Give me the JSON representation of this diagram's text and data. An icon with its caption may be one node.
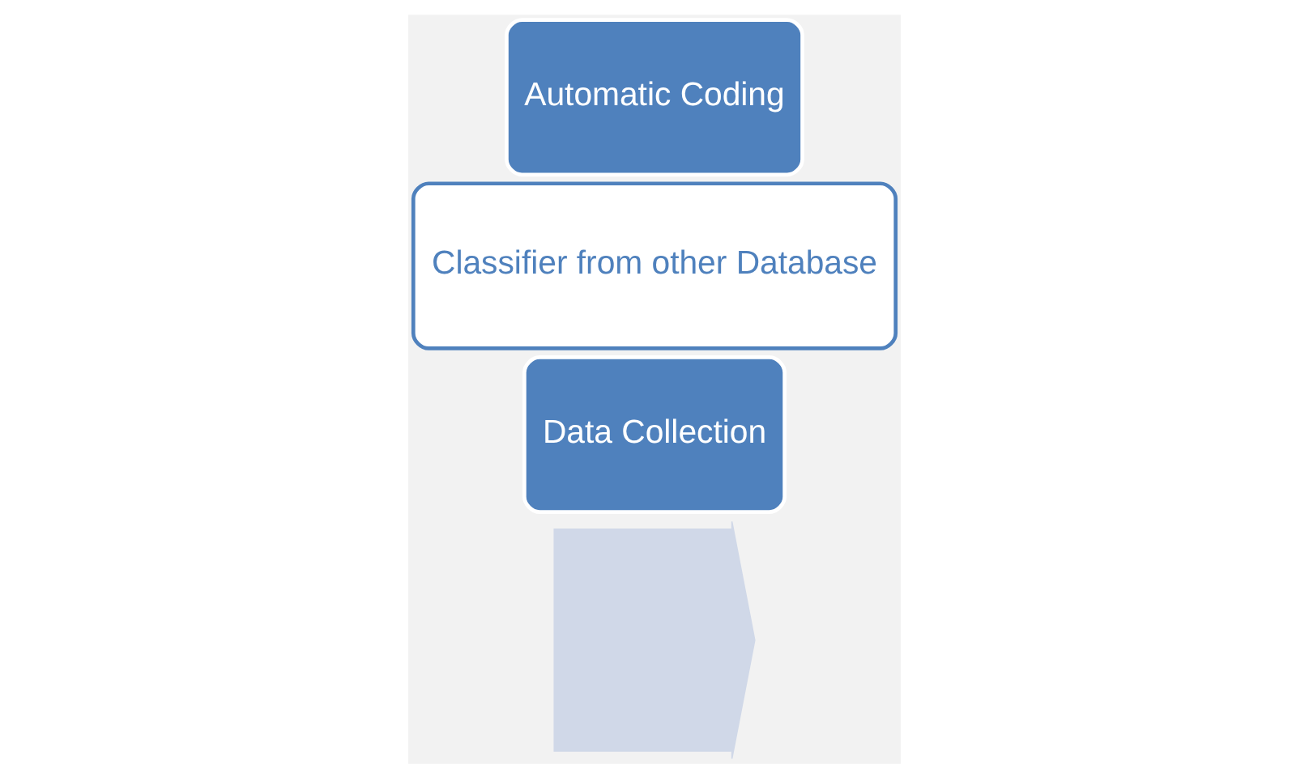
{
  "diagram": {
    "nodes": [
      {
        "text": [],
        "shape": "arrow"
      },
      {
        "text": [
          "Data Collection"
        ]
      },
      {
        "text": [
          "Classifier from other Database"
        ]
      },
      {
        "text": [
          "Automatic Coding"
        ]
      }
    ]
  }
}
